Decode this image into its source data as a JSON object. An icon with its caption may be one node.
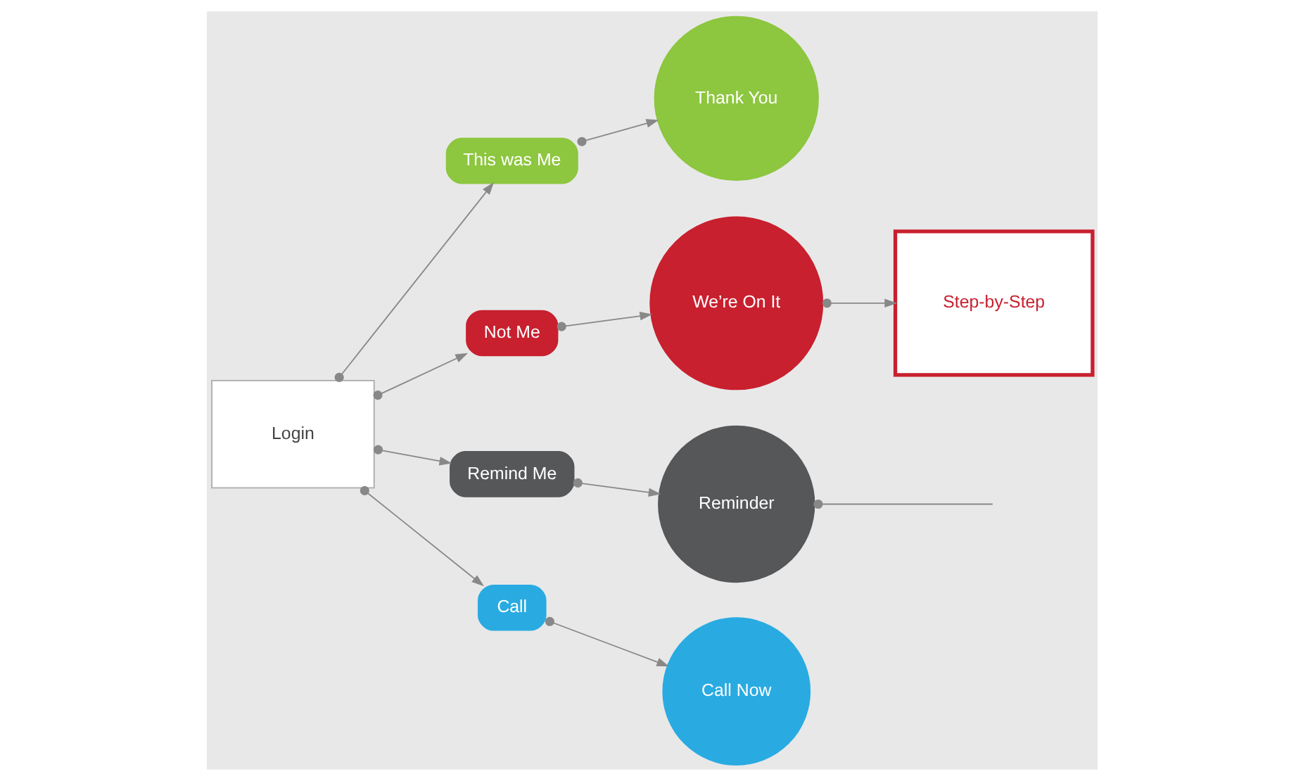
{
  "diagram": {
    "nodes": [
      {
        "text": [
          "Login"
        ]
      },
      {
        "text": [
          "This was Me"
        ]
      },
      {
        "text": [
          "Not Me"
        ]
      },
      {
        "text": [
          "Remind Me"
        ]
      },
      {
        "text": [
          "Call"
        ]
      },
      {
        "text": [
          "Thank You"
        ]
      },
      {
        "text": [
          "We’re On It"
        ]
      },
      {
        "text": [
          "Reminder"
        ]
      },
      {
        "text": [
          "Call Now"
        ]
      },
      {
        "text": [
          "Step-by-Step"
        ]
      }
    ],
    "edges": [
      {
        "from": 0,
        "to": 1,
        "arrow": "to"
      },
      {
        "from": 0,
        "to": 2,
        "arrow": "to"
      },
      {
        "from": 0,
        "to": 3,
        "arrow": "to"
      },
      {
        "from": 0,
        "to": 4,
        "arrow": "to"
      },
      {
        "from": 1,
        "to": 5,
        "arrow": "to"
      },
      {
        "from": 2,
        "to": 6,
        "arrow": "to"
      },
      {
        "from": 3,
        "to": 7,
        "arrow": "to"
      },
      {
        "from": 4,
        "to": 8,
        "arrow": "to"
      },
      {
        "from": 6,
        "to": 9,
        "arrow": "to"
      },
      {
        "from": 7,
        "to": null,
        "arrow": "other"
      }
    ]
  }
}
